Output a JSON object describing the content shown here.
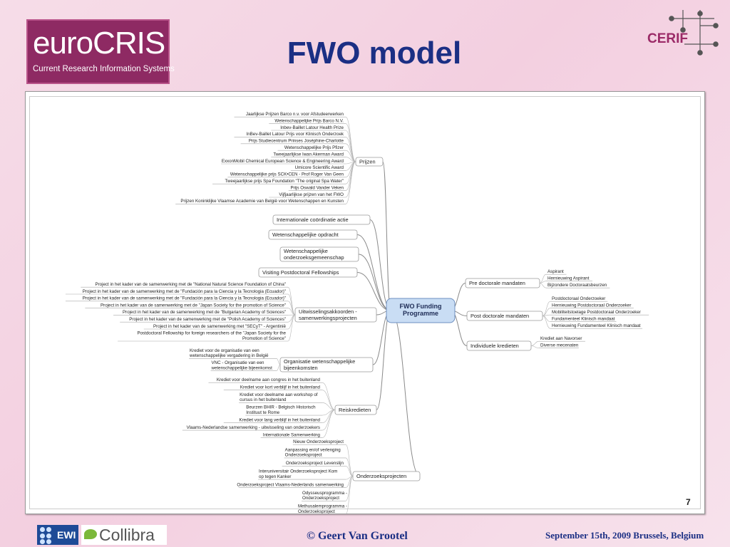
{
  "header": {
    "logo_main": "euroCRIS",
    "logo_sub": "Current Research Information Systems",
    "title": "FWO model",
    "cerif_label": "CERIF"
  },
  "mindmap": {
    "center": "FWO Funding Programme",
    "branches": [
      {
        "label": "Prijzen",
        "items": [
          "Jaarlijkse Prijzen Barco n.v. voor Afstudeerwerken",
          "Wetenschappelijke Prijs Barco N.V.",
          "Inbev-Baillet Latour Health Prize",
          "InBev-Baillet Latour Prijs voor Klinisch Onderzoek",
          "Prijs Studiecentrum Prinses Joséphine-Charlotte",
          "Wetenschappelijke Prijs Pfizer",
          "Tweejaarlijkse Iwan Akerman Award",
          "ExxonMobil Chemical European Science & Engineering Award",
          "Umicore Scientific Award",
          "Wetenschappelijke prijs SCK•CEN - Prof Roger Van Geen",
          "Tweejaarlijkse prijs Spa Foundation \"The original Spa Water\"",
          "Prijs Oswald Vander Veken",
          "Vijfjaarlijkse prijzen van het FWO",
          "Prijzen Koninklijke Vlaamse Academie van België voor Wetenschappen en Kunsten"
        ]
      },
      {
        "label": "Internationale coördinatie actie",
        "items": []
      },
      {
        "label": "Wetenschappelijke opdracht",
        "items": []
      },
      {
        "label": "Wetenschappelijke onderzoeksgemeenschap",
        "items": []
      },
      {
        "label": "Visiting Postdoctoral Fellowships",
        "items": []
      },
      {
        "label": "Uitwisselingsakkoorden - samenwerkingsprojecten",
        "items": [
          "Project in het kader van de samenwerking met de \"National Natural Science Foundation of China\"",
          "Project in het kader van de samenwerking met de \"Fundación para la Ciencia y la Tecnologia (Ecuador)\"",
          "Project in het kader van de samenwerking met de \"Fundación para la Ciencia y la Tecnologia (Ecuador)\"",
          "Project in het kader van de samenwerking met de \"Japan Society for the promotion of Science\"",
          "Project in het kader van de samenwerking met de \"Bulgarian Academy of Sciences\"",
          "Project in het kader van de samenwerking met de \"Polish Academy of Sciences\"",
          "Project in het kader van de samenwerking met \"SECyT\" - Argentinië",
          "Postdoctoral Fellowship for foreign researchers of the \"Japan Society for the Promotion of Science\""
        ]
      },
      {
        "label": "Organisatie wetenschappelijke bijeenkomsten",
        "items": [
          "Krediet voor de organisatie van een wetenschappelijke vergadering in België",
          "VNC - Organisatie van een wetenschappelijke bijeenkomst"
        ]
      },
      {
        "label": "Reiskredieten",
        "items": [
          "Krediet voor deelname aan congres in het buitenland",
          "Krediet voor kort verblijf in het buitenland",
          "Krediet voor deelname aan workshop of cursus in het buitenland",
          "Beurzen BHIR - Belgisch Historisch Instituut te Rome",
          "Krediet voor lang verblijf in het buitenland",
          "Vlaams-Nederlandse samenwerking - uitwisseling van onderzoekers",
          "Internationale Samenwerking"
        ]
      },
      {
        "label": "Onderzoeksprojecten",
        "items": [
          "Nieuw Onderzoeksproject",
          "Aanpassing en/of verlenging Onderzoeksproject",
          "Onderzoeksproject Levenslijn",
          "Interuniversitair Onderzoeksproject Kom op tegen Kanker",
          "Onderzoeksproject Vlaams-Nederlands samenwerking",
          "Odysseusprogramma - Onderzoeksproject",
          "Methusalemprogramma - Onderzoeksproject"
        ]
      },
      {
        "label": "Pre doctorale mandaten",
        "items": [
          "Aspirant",
          "Hernieuwing Aspirant",
          "Bijzondere Doctoraatsbeurzen"
        ]
      },
      {
        "label": "Post doctorale mandaten",
        "items": [
          "Postdoctoraal Onderzoeker",
          "Hernieuwing Postdoctoraal Onderzoeker",
          "Mobiliteitstoelage Postdoctoraal Onderzoeker",
          "Fundamenteel Klinisch mandaat",
          "Hernieuwing Fundamenteel Klinisch mandaat"
        ]
      },
      {
        "label": "Individuele kredieten",
        "items": [
          "Krediet aan Navorser",
          "Diverse mecenaten"
        ]
      }
    ]
  },
  "page_number": "7",
  "footer": {
    "ewi_label": "EWI",
    "collibra_label": "Collibra",
    "copyright": "© Geert Van Grootel",
    "date": "September 15th, 2009  Brussels, Belgium"
  },
  "colors": {
    "title": "#1b2f84",
    "brand": "#8e2a63",
    "center_node": "#c9ddf4"
  }
}
